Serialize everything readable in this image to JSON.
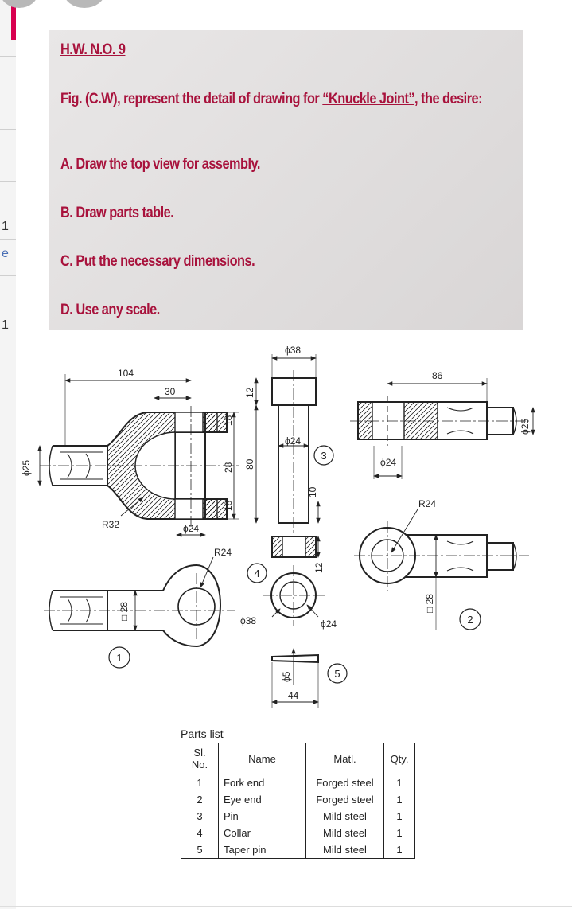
{
  "card": {
    "title": "H.W. N.O. 9",
    "fig_prefix": "Fig. (C.W), represent the detail of drawing for ",
    "fig_link": "“Knuckle Joint”",
    "fig_suffix": ", the desire:",
    "items": [
      "A.  Draw the top view for assembly.",
      "B.  Draw parts table.",
      "C.  Put the necessary dimensions.",
      "D.  Use any scale."
    ]
  },
  "drawing": {
    "dims": {
      "d104": "104",
      "d30": "30",
      "d18a": "18",
      "d28": "28",
      "d18b": "18",
      "phi25_left": "ϕ25",
      "r32": "R32",
      "phi24_fork": "ϕ24",
      "r24_eye": "R24",
      "sq28_eye": "□ 28",
      "phi38_top": "ϕ38",
      "d12_top": "12",
      "d80": "80",
      "phi24_pin": "ϕ24",
      "d10": "10",
      "d12_collar": "12",
      "phi38_collar": "ϕ38",
      "phi24_collar": "ϕ24",
      "phi5": "ϕ5",
      "d44": "44",
      "d86": "86",
      "phi24_right": "ϕ24",
      "phi25_right": "ϕ25",
      "r24_right": "R24",
      "sq28_right": "□ 28"
    },
    "balloons": {
      "b1": "1",
      "b2": "2",
      "b3": "3",
      "b4": "4",
      "b5": "5"
    }
  },
  "parts_list": {
    "title": "Parts list",
    "headers": [
      "Sl. No.",
      "Name",
      "Matl.",
      "Qty."
    ],
    "rows": [
      [
        "1",
        "Fork end",
        "Forged steel",
        "1"
      ],
      [
        "2",
        "Eye end",
        "Forged steel",
        "1"
      ],
      [
        "3",
        "Pin",
        "Mild steel",
        "1"
      ],
      [
        "4",
        "Collar",
        "Mild steel",
        "1"
      ],
      [
        "5",
        "Taper pin",
        "Mild steel",
        "1"
      ]
    ]
  },
  "side_glyphs": [
    "1",
    "e",
    "1"
  ]
}
